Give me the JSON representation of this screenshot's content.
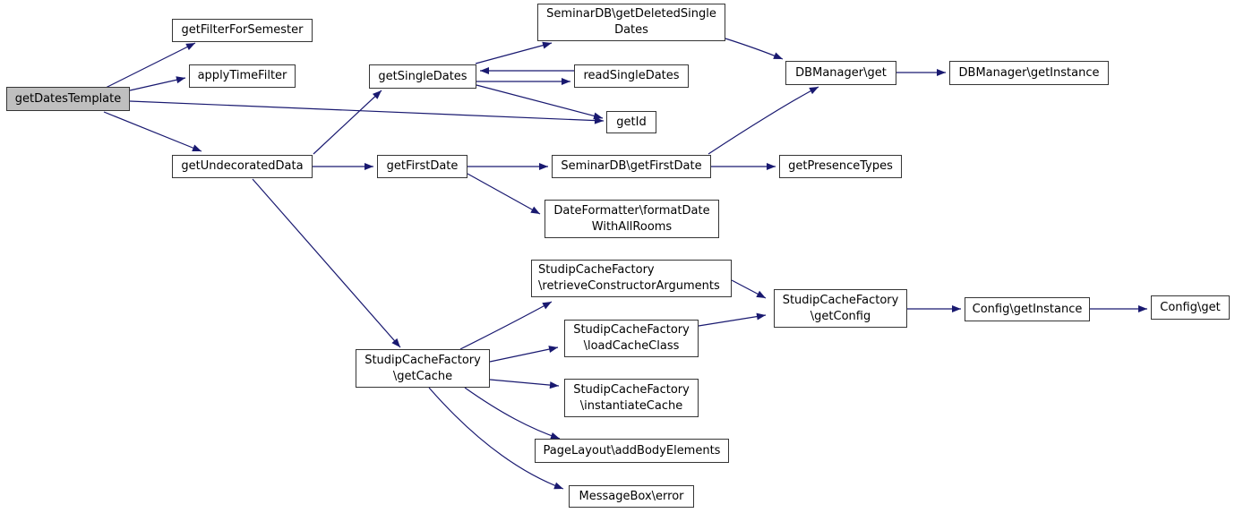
{
  "diagram": {
    "type": "call-graph",
    "root_function": "getDatesTemplate",
    "colors": {
      "edge": "#191970",
      "node_border": "#353535",
      "node_fill": "#ffffff",
      "highlight_fill": "#bfbfbf",
      "text": "#000000",
      "background": "#ffffff"
    },
    "nodes": [
      {
        "id": "getDatesTemplate",
        "label": "getDatesTemplate",
        "highlighted": true
      },
      {
        "id": "getFilterForSemester",
        "label": "getFilterForSemester"
      },
      {
        "id": "applyTimeFilter",
        "label": "applyTimeFilter"
      },
      {
        "id": "getUndecoratedData",
        "label": "getUndecoratedData"
      },
      {
        "id": "getSingleDates",
        "label": "getSingleDates"
      },
      {
        "id": "readSingleDates",
        "label": "readSingleDates"
      },
      {
        "id": "seminardb_getDeletedSingleDates",
        "label": "SeminarDB\\getDeletedSingle\nDates"
      },
      {
        "id": "getId",
        "label": "getId"
      },
      {
        "id": "getFirstDate",
        "label": "getFirstDate"
      },
      {
        "id": "seminardb_getFirstDate",
        "label": "SeminarDB\\getFirstDate"
      },
      {
        "id": "dbmanager_get",
        "label": "DBManager\\get"
      },
      {
        "id": "dbmanager_getInstance",
        "label": "DBManager\\getInstance"
      },
      {
        "id": "getPresenceTypes",
        "label": "getPresenceTypes"
      },
      {
        "id": "dateformatter_formatDateWithAllRooms",
        "label": "DateFormatter\\formatDate\nWithAllRooms"
      },
      {
        "id": "studipcachefactory_getCache",
        "label": "StudipCacheFactory\n\\getCache"
      },
      {
        "id": "studipcachefactory_retrieveConstructorArguments",
        "label": "StudipCacheFactory\n\\retrieveConstructorArguments"
      },
      {
        "id": "studipcachefactory_loadCacheClass",
        "label": "StudipCacheFactory\n\\loadCacheClass"
      },
      {
        "id": "studipcachefactory_instantiateCache",
        "label": "StudipCacheFactory\n\\instantiateCache"
      },
      {
        "id": "pagelayout_addBodyElements",
        "label": "PageLayout\\addBodyElements"
      },
      {
        "id": "messagebox_error",
        "label": "MessageBox\\error"
      },
      {
        "id": "studipcachefactory_getConfig",
        "label": "StudipCacheFactory\n\\getConfig"
      },
      {
        "id": "config_getInstance",
        "label": "Config\\getInstance"
      },
      {
        "id": "config_get",
        "label": "Config\\get"
      }
    ],
    "edges": [
      {
        "from": "getDatesTemplate",
        "to": "getFilterForSemester"
      },
      {
        "from": "getDatesTemplate",
        "to": "applyTimeFilter"
      },
      {
        "from": "getDatesTemplate",
        "to": "getId"
      },
      {
        "from": "getDatesTemplate",
        "to": "getUndecoratedData"
      },
      {
        "from": "getUndecoratedData",
        "to": "getSingleDates"
      },
      {
        "from": "getUndecoratedData",
        "to": "getFirstDate"
      },
      {
        "from": "getUndecoratedData",
        "to": "studipcachefactory_getCache"
      },
      {
        "from": "getSingleDates",
        "to": "seminardb_getDeletedSingleDates"
      },
      {
        "from": "getSingleDates",
        "to": "readSingleDates"
      },
      {
        "from": "readSingleDates",
        "to": "getSingleDates"
      },
      {
        "from": "getSingleDates",
        "to": "getId"
      },
      {
        "from": "seminardb_getDeletedSingleDates",
        "to": "dbmanager_get"
      },
      {
        "from": "seminardb_getFirstDate",
        "to": "dbmanager_get"
      },
      {
        "from": "dbmanager_get",
        "to": "dbmanager_getInstance"
      },
      {
        "from": "getFirstDate",
        "to": "seminardb_getFirstDate"
      },
      {
        "from": "getFirstDate",
        "to": "dateformatter_formatDateWithAllRooms"
      },
      {
        "from": "seminardb_getFirstDate",
        "to": "getPresenceTypes"
      },
      {
        "from": "studipcachefactory_getCache",
        "to": "studipcachefactory_retrieveConstructorArguments"
      },
      {
        "from": "studipcachefactory_getCache",
        "to": "studipcachefactory_loadCacheClass"
      },
      {
        "from": "studipcachefactory_getCache",
        "to": "studipcachefactory_instantiateCache"
      },
      {
        "from": "studipcachefactory_getCache",
        "to": "pagelayout_addBodyElements"
      },
      {
        "from": "studipcachefactory_getCache",
        "to": "messagebox_error"
      },
      {
        "from": "studipcachefactory_retrieveConstructorArguments",
        "to": "studipcachefactory_getConfig"
      },
      {
        "from": "studipcachefactory_loadCacheClass",
        "to": "studipcachefactory_getConfig"
      },
      {
        "from": "studipcachefactory_getConfig",
        "to": "config_getInstance"
      },
      {
        "from": "config_getInstance",
        "to": "config_get"
      }
    ]
  }
}
